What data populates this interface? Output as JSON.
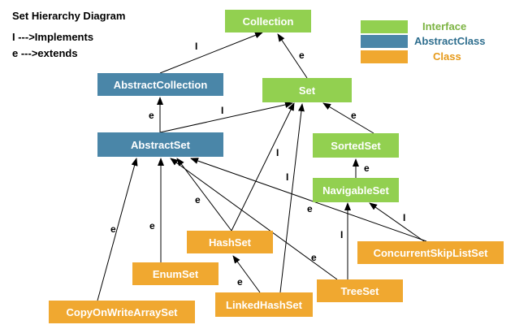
{
  "title": "Set Hierarchy Diagram",
  "key": {
    "implements": "I --->Implements",
    "extends": "e --->extends"
  },
  "legend": [
    {
      "label": "Interface",
      "color": "#92d050",
      "text_color": "#7cb342"
    },
    {
      "label": "AbstractClass",
      "color": "#4a86a8",
      "text_color": "#2e6e8e"
    },
    {
      "label": "Class",
      "color": "#f0a830",
      "text_color": "#e69a1a"
    }
  ],
  "nodes": {
    "collection": {
      "label": "Collection",
      "kind": "Interface"
    },
    "abstract_collection": {
      "label": "AbstractCollection",
      "kind": "AbstractClass"
    },
    "set": {
      "label": "Set",
      "kind": "Interface"
    },
    "abstract_set": {
      "label": "AbstractSet",
      "kind": "AbstractClass"
    },
    "sorted_set": {
      "label": "SortedSet",
      "kind": "Interface"
    },
    "navigable_set": {
      "label": "NavigableSet",
      "kind": "Interface"
    },
    "hash_set": {
      "label": "HashSet",
      "kind": "Class"
    },
    "enum_set": {
      "label": "EnumSet",
      "kind": "Class"
    },
    "concurrent_skip_list_set": {
      "label": "ConcurrentSkipListSet",
      "kind": "Class"
    },
    "tree_set": {
      "label": "TreeSet",
      "kind": "Class"
    },
    "linked_hash_set": {
      "label": "LinkedHashSet",
      "kind": "Class"
    },
    "copy_on_write_array_set": {
      "label": "CopyOnWriteArraySet",
      "kind": "Class"
    }
  },
  "edges": [
    {
      "from": "abstract_collection",
      "to": "collection",
      "label": "I"
    },
    {
      "from": "set",
      "to": "collection",
      "label": "e"
    },
    {
      "from": "abstract_set",
      "to": "abstract_collection",
      "label": "e"
    },
    {
      "from": "abstract_set",
      "to": "set",
      "label": "I"
    },
    {
      "from": "sorted_set",
      "to": "set",
      "label": "e"
    },
    {
      "from": "navigable_set",
      "to": "sorted_set",
      "label": "e"
    },
    {
      "from": "hash_set",
      "to": "set",
      "label": "I"
    },
    {
      "from": "hash_set",
      "to": "abstract_set",
      "label": "e"
    },
    {
      "from": "linked_hash_set",
      "to": "set",
      "label": "I"
    },
    {
      "from": "linked_hash_set",
      "to": "hash_set",
      "label": "e"
    },
    {
      "from": "enum_set",
      "to": "abstract_set",
      "label": "e"
    },
    {
      "from": "copy_on_write_array_set",
      "to": "abstract_set",
      "label": "e"
    },
    {
      "from": "tree_set",
      "to": "abstract_set",
      "label": "e"
    },
    {
      "from": "tree_set",
      "to": "navigable_set",
      "label": "I"
    },
    {
      "from": "concurrent_skip_list_set",
      "to": "abstract_set",
      "label": "e"
    },
    {
      "from": "concurrent_skip_list_set",
      "to": "navigable_set",
      "label": "I"
    }
  ]
}
